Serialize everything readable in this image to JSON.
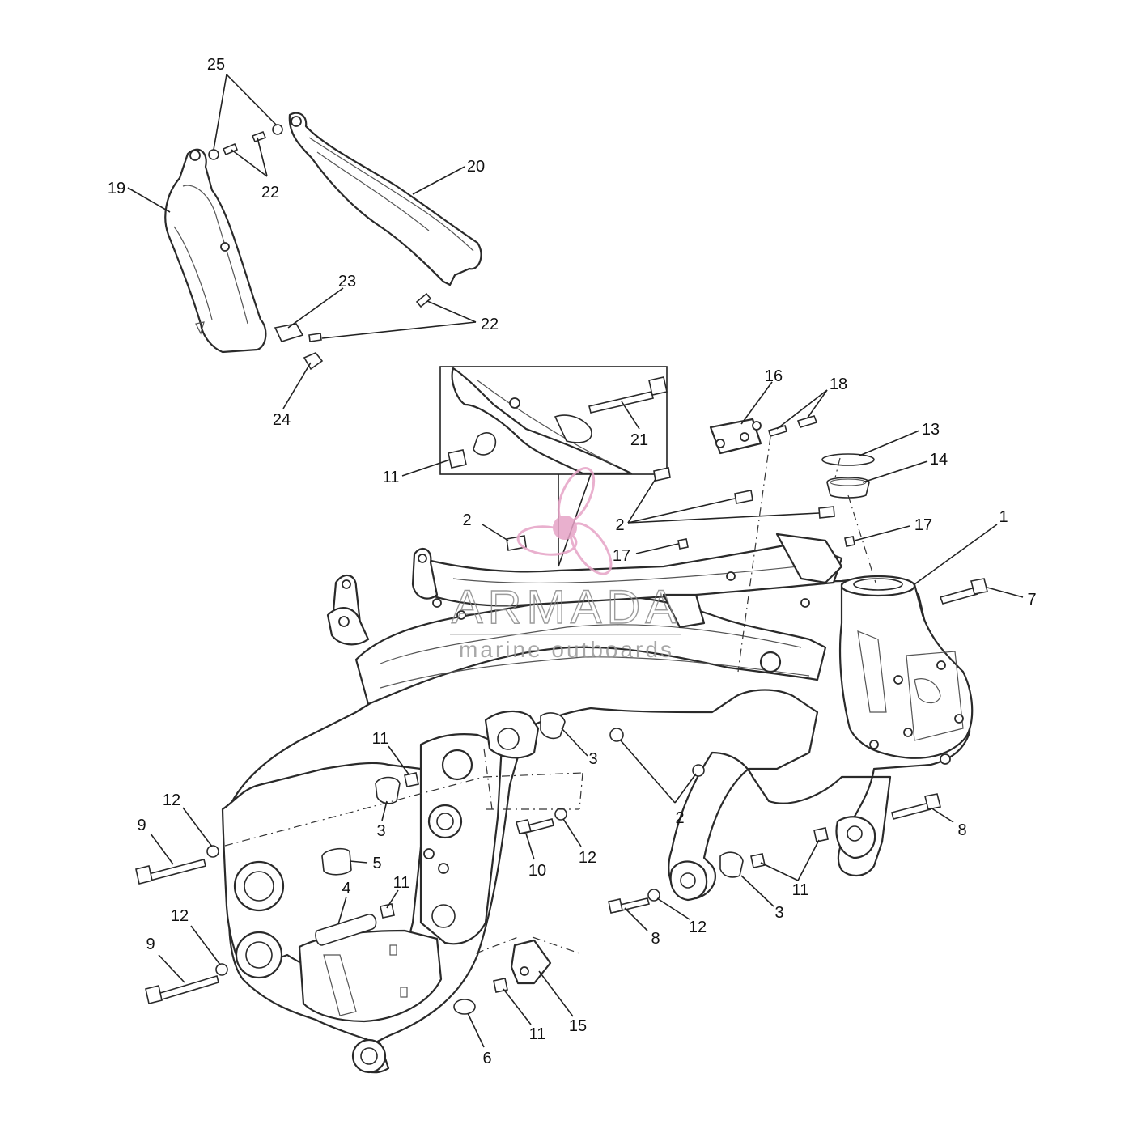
{
  "diagram": {
    "watermark": {
      "title": "ARMADA",
      "subtitle": "marine outboards",
      "logo_color": "#e6a3c6"
    },
    "callouts": [
      {
        "id": "c1",
        "label": "1"
      },
      {
        "id": "c2a",
        "label": "2"
      },
      {
        "id": "c2b",
        "label": "2"
      },
      {
        "id": "c2c",
        "label": "2"
      },
      {
        "id": "c3a",
        "label": "3"
      },
      {
        "id": "c3b",
        "label": "3"
      },
      {
        "id": "c3c",
        "label": "3"
      },
      {
        "id": "c4",
        "label": "4"
      },
      {
        "id": "c5",
        "label": "5"
      },
      {
        "id": "c6",
        "label": "6"
      },
      {
        "id": "c7",
        "label": "7"
      },
      {
        "id": "c8a",
        "label": "8"
      },
      {
        "id": "c8b",
        "label": "8"
      },
      {
        "id": "c9a",
        "label": "9"
      },
      {
        "id": "c9b",
        "label": "9"
      },
      {
        "id": "c10",
        "label": "10"
      },
      {
        "id": "c11a",
        "label": "11"
      },
      {
        "id": "c11b",
        "label": "11"
      },
      {
        "id": "c11c",
        "label": "11"
      },
      {
        "id": "c11d",
        "label": "11"
      },
      {
        "id": "c11e",
        "label": "11"
      },
      {
        "id": "c12a",
        "label": "12"
      },
      {
        "id": "c12b",
        "label": "12"
      },
      {
        "id": "c12c",
        "label": "12"
      },
      {
        "id": "c12d",
        "label": "12"
      },
      {
        "id": "c13",
        "label": "13"
      },
      {
        "id": "c14",
        "label": "14"
      },
      {
        "id": "c15",
        "label": "15"
      },
      {
        "id": "c16",
        "label": "16"
      },
      {
        "id": "c17a",
        "label": "17"
      },
      {
        "id": "c17b",
        "label": "17"
      },
      {
        "id": "c18",
        "label": "18"
      },
      {
        "id": "c19",
        "label": "19"
      },
      {
        "id": "c20",
        "label": "20"
      },
      {
        "id": "c21",
        "label": "21"
      },
      {
        "id": "c22a",
        "label": "22"
      },
      {
        "id": "c22b",
        "label": "22"
      },
      {
        "id": "c23",
        "label": "23"
      },
      {
        "id": "c24",
        "label": "24"
      },
      {
        "id": "c25",
        "label": "25"
      }
    ]
  }
}
